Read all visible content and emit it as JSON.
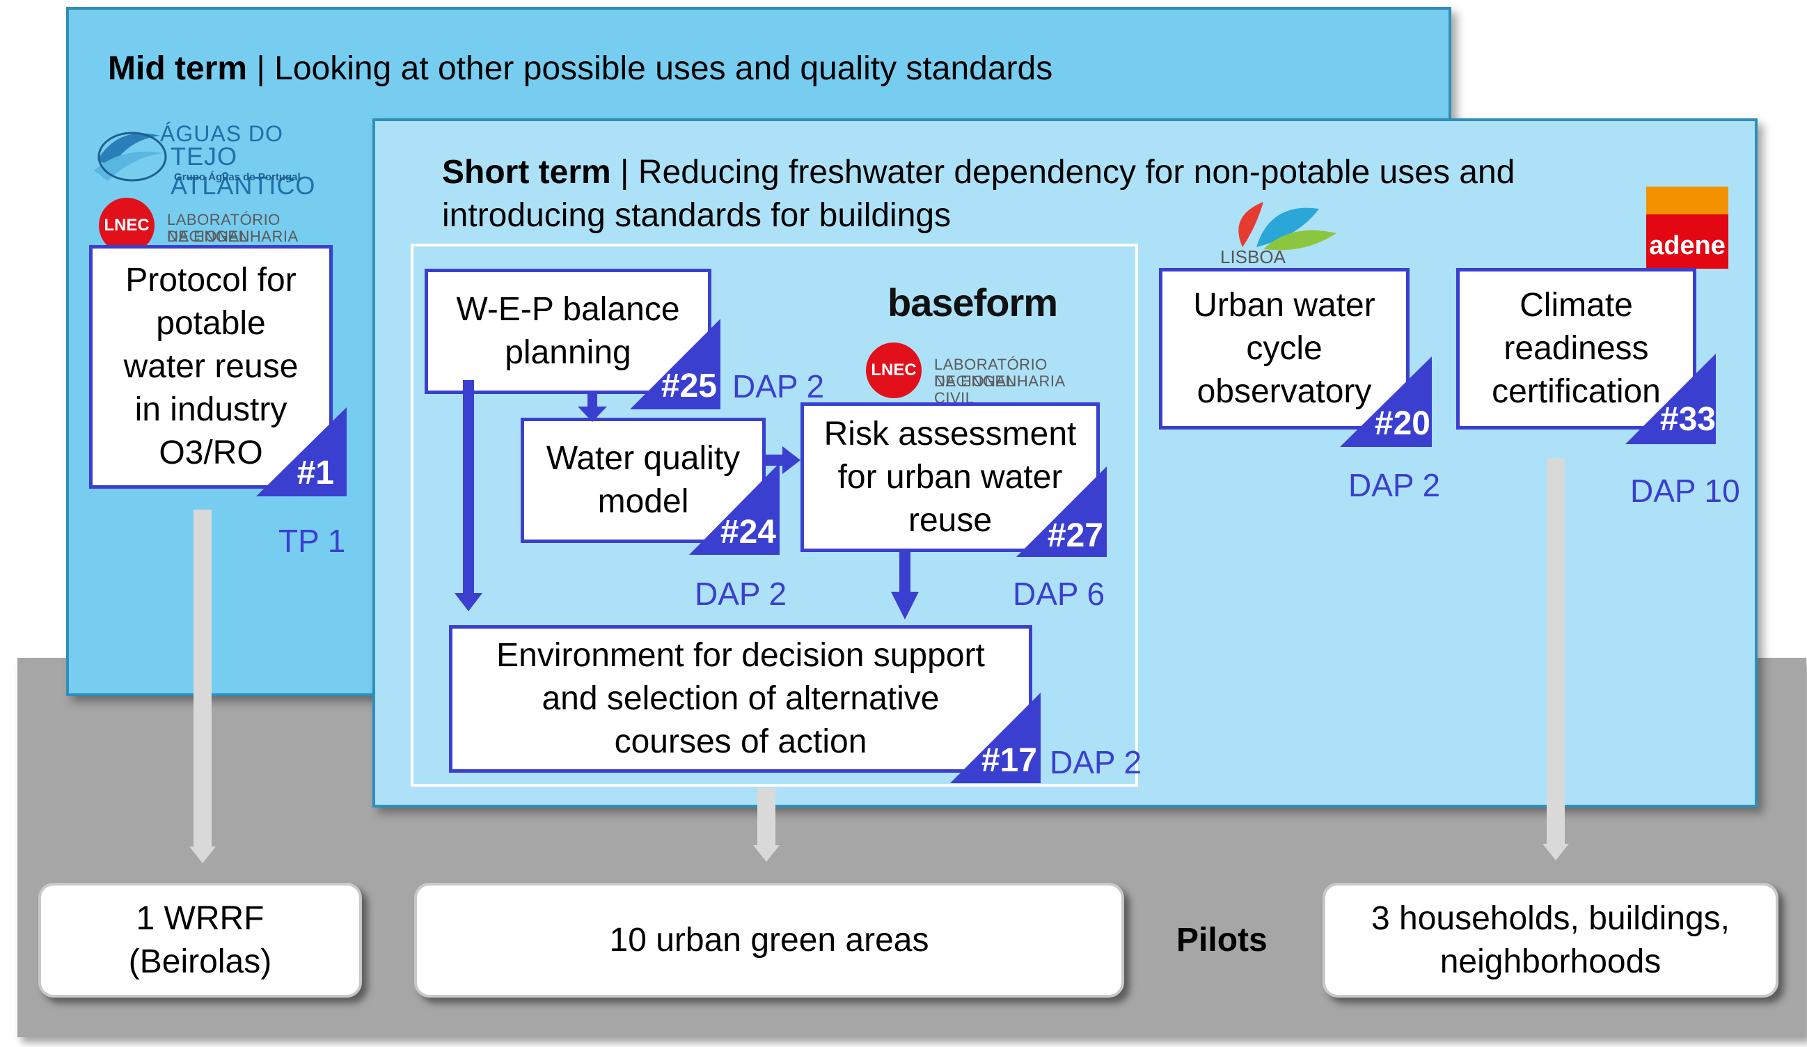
{
  "mid_term": {
    "title_bold": "Mid term",
    "title_rest": "| Looking at other possible uses and quality standards"
  },
  "short_term": {
    "title_bold": "Short term",
    "title_rest_1": "| Reducing freshwater dependency for non-potable uses and",
    "title_rest_2": "introducing standards for buildings"
  },
  "logos": {
    "aguas_line1": "ÁGUAS DO",
    "aguas_line2": "TEJO ATLÂNTICO",
    "aguas_line3": "Grupo Águas de Portugal",
    "lnec_mark": "LNEC",
    "lnec_line1": "LABORATÓRIO NACIONAL",
    "lnec_line2": "DE ENGENHARIA CIVIL",
    "baseform": "baseform",
    "lisboa_enova": "LISBOA e·nova",
    "adene": "adene"
  },
  "boxes": {
    "protocol": {
      "text_lines": [
        "Protocol for",
        "potable",
        "water reuse",
        "in industry",
        "O3/RO"
      ],
      "tag": "#1",
      "project": "TP 1"
    },
    "wep": {
      "text_lines": [
        "W-E-P balance",
        "planning"
      ],
      "tag": "#25",
      "project": "DAP 2"
    },
    "water_quality": {
      "text_lines": [
        "Water quality",
        "model"
      ],
      "tag": "#24",
      "project": "DAP 2"
    },
    "risk": {
      "text_lines": [
        "Risk assessment",
        "for urban water",
        "reuse"
      ],
      "tag": "#27",
      "project": "DAP 6"
    },
    "environment": {
      "text_lines": [
        "Environment for decision support",
        "and selection of alternative",
        "courses of action"
      ],
      "tag": "#17",
      "project": "DAP 2"
    },
    "urban_water": {
      "text_lines": [
        "Urban water",
        "cycle",
        "observatory"
      ],
      "tag": "#20",
      "project": "DAP 2"
    },
    "climate": {
      "text_lines": [
        "Climate",
        "readiness",
        "certification"
      ],
      "tag": "#33",
      "project": "DAP 10"
    }
  },
  "pilots": {
    "label": "Pilots",
    "wrrf": [
      "1 WRRF",
      "(Beirolas)"
    ],
    "green": [
      "10 urban green areas"
    ],
    "households": [
      "3 households, buildings,",
      "neighborhoods"
    ]
  },
  "colors": {
    "mid_panel": "#77cdf0",
    "short_panel": "#ade1f7",
    "accent_blue": "#3b3fd0",
    "gray_band": "#a6a6a6"
  }
}
